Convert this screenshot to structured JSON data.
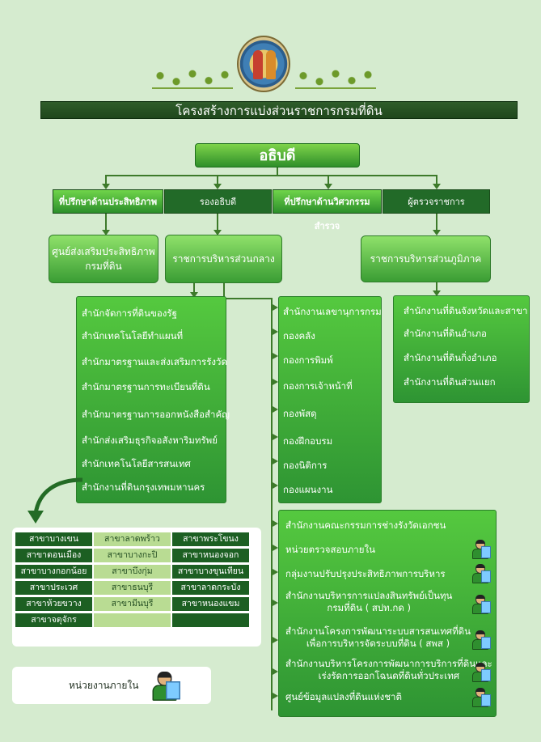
{
  "header": {
    "title": "โครงสร้างการแบ่งส่วนราชการกรมที่ดิน"
  },
  "top": {
    "director_general": "อธิบดี"
  },
  "tier2": [
    {
      "label": "ที่ปรึกษาด้านประสิทธิภาพ"
    },
    {
      "label": "รองอธิบดี"
    },
    {
      "label": "ที่ปรึกษาด้านวิศวกรรมสำรวจ"
    },
    {
      "label": "ผู้ตรวจราชการ"
    }
  ],
  "tier3": {
    "efficiency_center": "ศูนย์ส่งเสริมประสิทธิภาพ\nกรมที่ดิน",
    "central": "ราชการบริหารส่วนกลาง",
    "regional": "ราชการบริหารส่วนภูมิภาค"
  },
  "central_bureaus": [
    "สำนักจัดการที่ดินของรัฐ",
    "สำนักเทคโนโลยีทำแผนที่",
    "สำนักมาตรฐานและส่งเสริมการรังวัด",
    "สำนักมาตรฐานการทะเบียนที่ดิน",
    "สำนักมาตรฐานการออกหนังสือสำคัญ",
    "สำนักส่งเสริมธุรกิจอสังหาริมทรัพย์",
    "สำนักเทคโนโลยีสารสนเทศ",
    "สำนักงานที่ดินกรุงเทพมหานคร"
  ],
  "central_divisions": [
    "สำนักงานเลขานุการกรม",
    "กองคลัง",
    "กองการพิมพ์",
    "กองการเจ้าหน้าที่",
    "กองพัสดุ",
    "กองฝึกอบรม",
    "กองนิติการ",
    "กองแผนงาน"
  ],
  "regional_offices": [
    "สำนักงานที่ดินจังหวัดและสาขา",
    "สำนักงานที่ดินอำเภอ",
    "สำนักงานที่ดินกิ่งอำเภอ",
    "สำนักงานที่ดินส่วนแยก"
  ],
  "internal_units": [
    "สำนักงานคณะกรรมการช่างรังวัดเอกชน",
    "หน่วยตรวจสอบภายใน",
    "กลุ่มงานปรับปรุงประสิทธิภาพการบริหาร",
    "สำนักงานบริหารการแปลงสินทรัพย์เป็นทุน\nกรมที่ดิน ( สปท.กด )",
    "สำนักงานโครงการพัฒนาระบบสารสนเทศที่ดิน\nเพื่อการบริหารจัดระบบที่ดิน ( สพส )",
    "สำนักงานบริหารโครงการพัฒนาการบริการที่ดินและ\nเร่งรัดการออกโฉนดที่ดินทั่วประเทศ",
    "ศูนย์ข้อมูลแปลงที่ดินแห่งชาติ"
  ],
  "branches": [
    [
      "สาขาบางเขน",
      "สาขาลาดพร้าว",
      "สาขาพระโขนง"
    ],
    [
      "สาขาดอนเมือง",
      "สาขาบางกะปิ",
      "สาขาหนองจอก"
    ],
    [
      "สาขาบางกอกน้อย",
      "สาขาบึงกุ่ม",
      "สาขาบางขุนเทียน"
    ],
    [
      "สาขาประเวศ",
      "สาขาธนบุรี",
      "สาขาลาดกระบัง"
    ],
    [
      "สาขาห้วยขวาง",
      "สาขามีนบุรี",
      "สาขาหนองแขม"
    ],
    [
      "สาขาจตุจักร",
      "",
      ""
    ]
  ],
  "legend": {
    "label": "หน่วยงานภายใน",
    "icon": "internal-unit-person-icon"
  },
  "colors": {
    "background": "#d5ebcf",
    "dark_green": "#1c5f22",
    "light_green": "#b9dc93",
    "box_green": "#3a9d34"
  }
}
